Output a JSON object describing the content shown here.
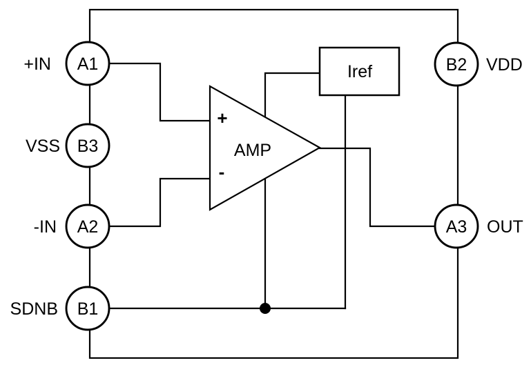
{
  "colors": {
    "line": "#000000",
    "background": "#ffffff"
  },
  "pins": {
    "plus_in": {
      "id": "A1",
      "label": "+IN",
      "side": "left"
    },
    "vss": {
      "id": "B3",
      "label": "VSS",
      "side": "left"
    },
    "minus_in": {
      "id": "A2",
      "label": "-IN",
      "side": "left"
    },
    "sdnb": {
      "id": "B1",
      "label": "SDNB",
      "side": "left"
    },
    "vdd": {
      "id": "B2",
      "label": "VDD",
      "side": "right"
    },
    "out": {
      "id": "A3",
      "label": "OUT",
      "side": "right"
    }
  },
  "amp": {
    "label": "AMP",
    "noninverting_sign": "+",
    "inverting_sign": "-"
  },
  "iref": {
    "label": "Iref"
  }
}
